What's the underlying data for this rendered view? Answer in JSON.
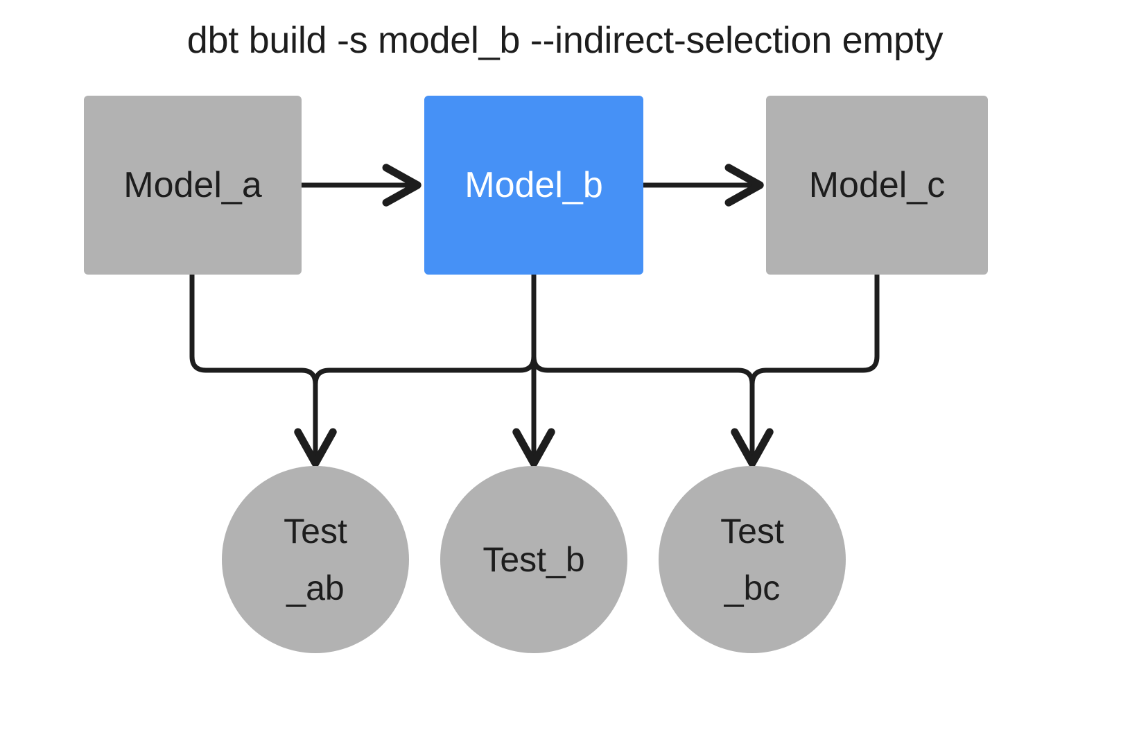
{
  "diagram": {
    "title": "dbt build -s model_b --indirect-selection empty",
    "colors": {
      "background": "#ffffff",
      "unselected_node": "#b2b2b2",
      "selected_node": "#4691f6",
      "edge": "#1d1d1d",
      "text_dark": "#1d1d1d",
      "text_light": "#ffffff"
    },
    "models": [
      {
        "id": "model_a",
        "label": "Model_a",
        "shape": "rectangle",
        "selected": false,
        "fill": "#b2b2b2",
        "text_color": "#1d1d1d"
      },
      {
        "id": "model_b",
        "label": "Model_b",
        "shape": "rectangle",
        "selected": true,
        "fill": "#4691f6",
        "text_color": "#ffffff"
      },
      {
        "id": "model_c",
        "label": "Model_c",
        "shape": "rectangle",
        "selected": false,
        "fill": "#b2b2b2",
        "text_color": "#1d1d1d"
      }
    ],
    "tests": [
      {
        "id": "test_ab",
        "label": "Test_ab",
        "line1": "Test",
        "line2": "_ab",
        "shape": "circle",
        "selected": false,
        "fill": "#b2b2b2"
      },
      {
        "id": "test_b",
        "label": "Test_b",
        "line1": "Test_b",
        "line2": "",
        "shape": "circle",
        "selected": false,
        "fill": "#b2b2b2"
      },
      {
        "id": "test_bc",
        "label": "Test_bc",
        "line1": "Test",
        "line2": "_bc",
        "shape": "circle",
        "selected": false,
        "fill": "#b2b2b2"
      }
    ],
    "edges": [
      {
        "from": "model_a",
        "to": "model_b",
        "kind": "straight-horizontal"
      },
      {
        "from": "model_b",
        "to": "model_c",
        "kind": "straight-horizontal"
      },
      {
        "from": "model_a",
        "to": "test_ab",
        "kind": "orthogonal"
      },
      {
        "from": "model_b",
        "to": "test_ab",
        "kind": "orthogonal"
      },
      {
        "from": "model_b",
        "to": "test_b",
        "kind": "straight-vertical"
      },
      {
        "from": "model_b",
        "to": "test_bc",
        "kind": "orthogonal"
      },
      {
        "from": "model_c",
        "to": "test_bc",
        "kind": "orthogonal"
      }
    ]
  }
}
